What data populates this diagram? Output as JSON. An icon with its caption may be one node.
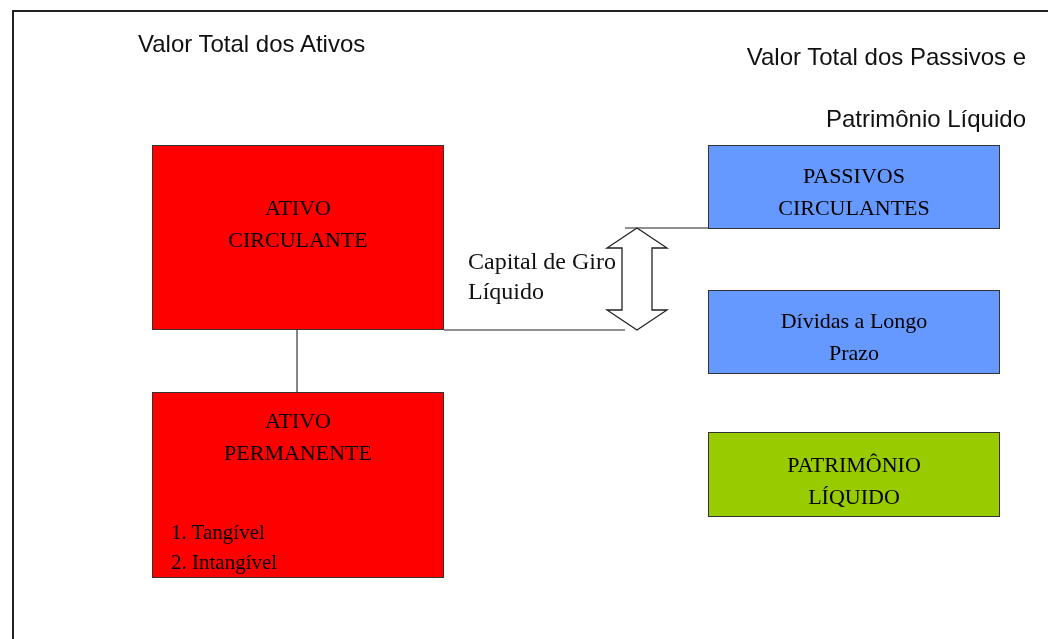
{
  "diagram": {
    "nodes": [
      {
        "text": [
          "ATIVO CIRCULANTE"
        ]
      },
      {
        "text": [
          "ATIVO PERMANENTE",
          "1. Tangível",
          "2. Intangível"
        ]
      },
      {
        "text": [
          "PASSIVOS CIRCULANTES"
        ]
      },
      {
        "text": [
          "Dívidas a Longo Prazo"
        ]
      },
      {
        "text": [
          "PATRIMÔNIO LÍQUIDO"
        ]
      }
    ],
    "edges": [
      {
        "from": 0,
        "to": 1,
        "arrow": "none"
      }
    ],
    "labels": [
      "Valor Total dos Ativos",
      "Valor Total dos Passivos e Patrimônio Líquido",
      "Capital de Giro Líquido"
    ]
  }
}
